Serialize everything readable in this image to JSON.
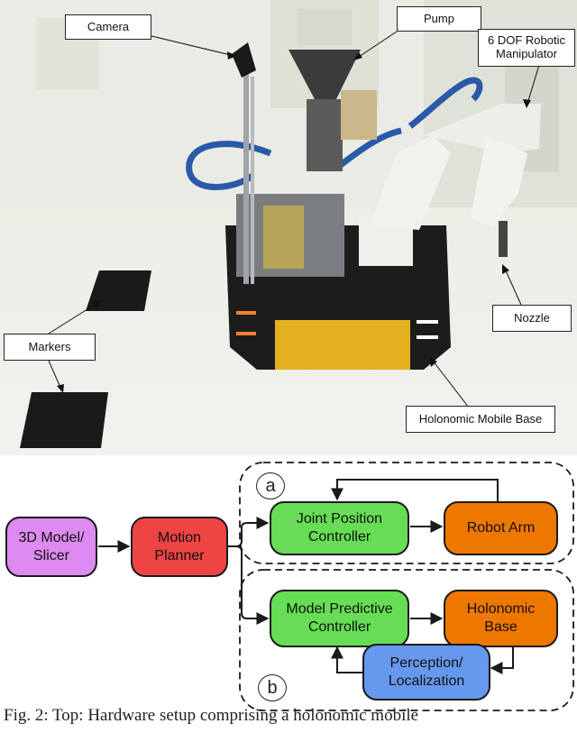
{
  "photo": {
    "labels": {
      "camera": "Camera",
      "pump": "Pump",
      "manipulator": "6 DOF Robotic\nManipulator",
      "markers": "Markers",
      "nozzle": "Nozzle",
      "base": "Holonomic Mobile Base"
    }
  },
  "diagram": {
    "group_a": "a",
    "group_b": "b",
    "nodes": {
      "model": "3D Model/\nSlicer",
      "motion_planner": "Motion\nPlanner",
      "joint_controller": "Joint Position\nController",
      "robot_arm": "Robot Arm",
      "mpc": "Model Predictive\nController",
      "holonomic_base": "Holonomic\nBase",
      "perception": "Perception/\nLocalization"
    },
    "colors": {
      "model": "#dd8bf0",
      "motion_planner": "#ee4444",
      "controller": "#66dd55",
      "actuator": "#ee7700",
      "perception": "#6699ee"
    }
  },
  "caption": "Fig. 2: Top: Hardware setup comprising a holonomic mobile"
}
